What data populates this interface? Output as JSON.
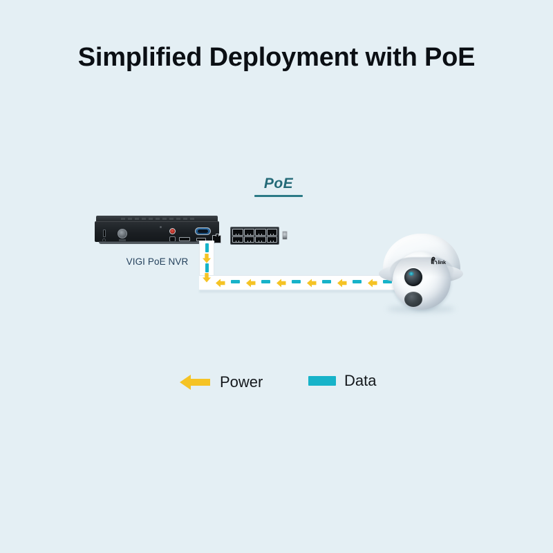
{
  "page": {
    "background_color": "#e4eff4",
    "title": "Simplified Deployment with PoE"
  },
  "diagram": {
    "connection_label": "PoE",
    "devices": [
      {
        "id": "nvr",
        "label": "VIGI PoE NVR",
        "type": "network-video-recorder",
        "poe_ports": 8
      },
      {
        "id": "camera",
        "label": "",
        "type": "turret-dome-ip-camera",
        "brand_mark": "tp-link"
      }
    ],
    "link": {
      "power_direction": "camera-to-nvr-arrow-left",
      "data_color": "#17b3c9",
      "power_color": "#f5c325"
    }
  },
  "legend": {
    "items": [
      {
        "label": "Power",
        "icon": "left-arrow-icon",
        "color": "#f5c325"
      },
      {
        "label": "Data",
        "icon": "rectangle-swatch-icon",
        "color": "#17b3c9"
      }
    ]
  },
  "colors": {
    "background": "#e4eff4",
    "title_text": "#0b0f14",
    "poe_teal": "#246a77",
    "device_label": "#24415c",
    "data_cyan": "#17b3c9",
    "power_yellow": "#f5c325"
  }
}
